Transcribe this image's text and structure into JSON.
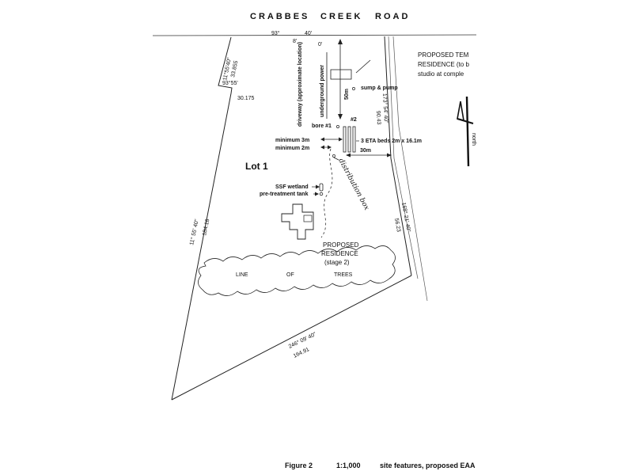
{
  "road": {
    "word1": "CRABBES",
    "word2": "CREEK",
    "word3": "ROAD"
  },
  "bearings": {
    "top_left": "93°",
    "top_right": "40'",
    "top_small_a": "8'",
    "top_small_b": "0'",
    "notch_vertical": "11°55'40\"",
    "notch_vertical_len": "33.855",
    "notch_horizontal": "93°55'",
    "notch_horizontal_len": "30.175",
    "left_boundary": "11°  55'  40\"",
    "left_boundary_len": "184.18",
    "right_upper": "173° 54' 40\"",
    "right_upper_len": "90.43",
    "right_lower": "168° 21' 40\"",
    "right_lower_len": "56.23",
    "bottom": "246°  09'  40\"",
    "bottom_len": "164.91"
  },
  "labels": {
    "driveway": "driveway (approximate location)",
    "underground_power": "underground power",
    "distance_50m": "50m",
    "proposed_temp_1": "PROPOSED TEM",
    "proposed_temp_2": "RESIDENCE (to b",
    "proposed_temp_3": "studio at comple",
    "sump_pump": "sump & pump",
    "bore": "bore #1",
    "beds_number": "#2",
    "minimum_3m": "minimum 3m",
    "minimum_2m": "minimum 2m",
    "eta_beds": "3 ETA beds 2m x 16.1m",
    "distance_30m": "30m",
    "lot": "Lot 1",
    "distribution_box": "distribution box",
    "ssf_wetland": "SSF wetland",
    "pretreatment_tank": "pre-treatment tank",
    "proposed_res_1": "PROPOSED",
    "proposed_res_2": "RESIDENCE",
    "proposed_res_3": "(stage 2)",
    "trees_1": "LINE",
    "trees_2": "OF",
    "trees_3": "TREES",
    "north": "north"
  },
  "caption": {
    "figure": "Figure 2",
    "scale": "1:1,000",
    "description": "site features, proposed EAA"
  }
}
